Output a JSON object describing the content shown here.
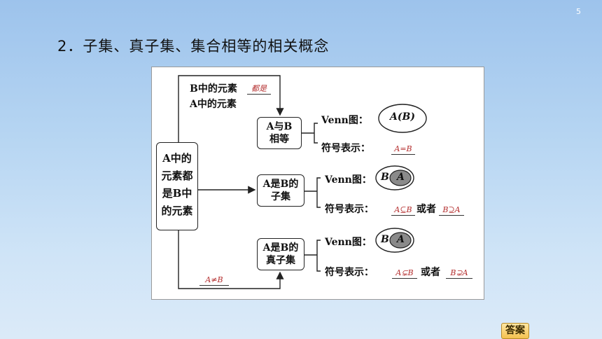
{
  "page_number": "5",
  "title": "2．子集、真子集、集合相等的相关概念",
  "diagram": {
    "root": {
      "line1": "A中的",
      "line2": "元素都",
      "line3": "是B中",
      "line4": "的元素"
    },
    "top_branch": {
      "line1": "B中的元素",
      "fill": "都是",
      "line2": "A中的元素"
    },
    "bottom_branch": {
      "fill": "A≠B"
    },
    "nodes": {
      "equal": {
        "line1": "A与B",
        "line2": "相等"
      },
      "subset": {
        "line1": "A是B的",
        "line2": "子集"
      },
      "proper": {
        "line1": "A是B的",
        "line2": "真子集"
      }
    },
    "venn_label": "Venn图：",
    "symbol_label": "符号表示：",
    "or_label": "或者",
    "venn": {
      "equal": "A(B)",
      "outer": "B",
      "inner": "A"
    },
    "symbols": {
      "equal": "A=B",
      "subset_1": "A⊆B",
      "subset_2": "B⊇A",
      "proper_1": "A⊊B",
      "proper_2": "B⊋A"
    }
  },
  "answer_button": "答案"
}
